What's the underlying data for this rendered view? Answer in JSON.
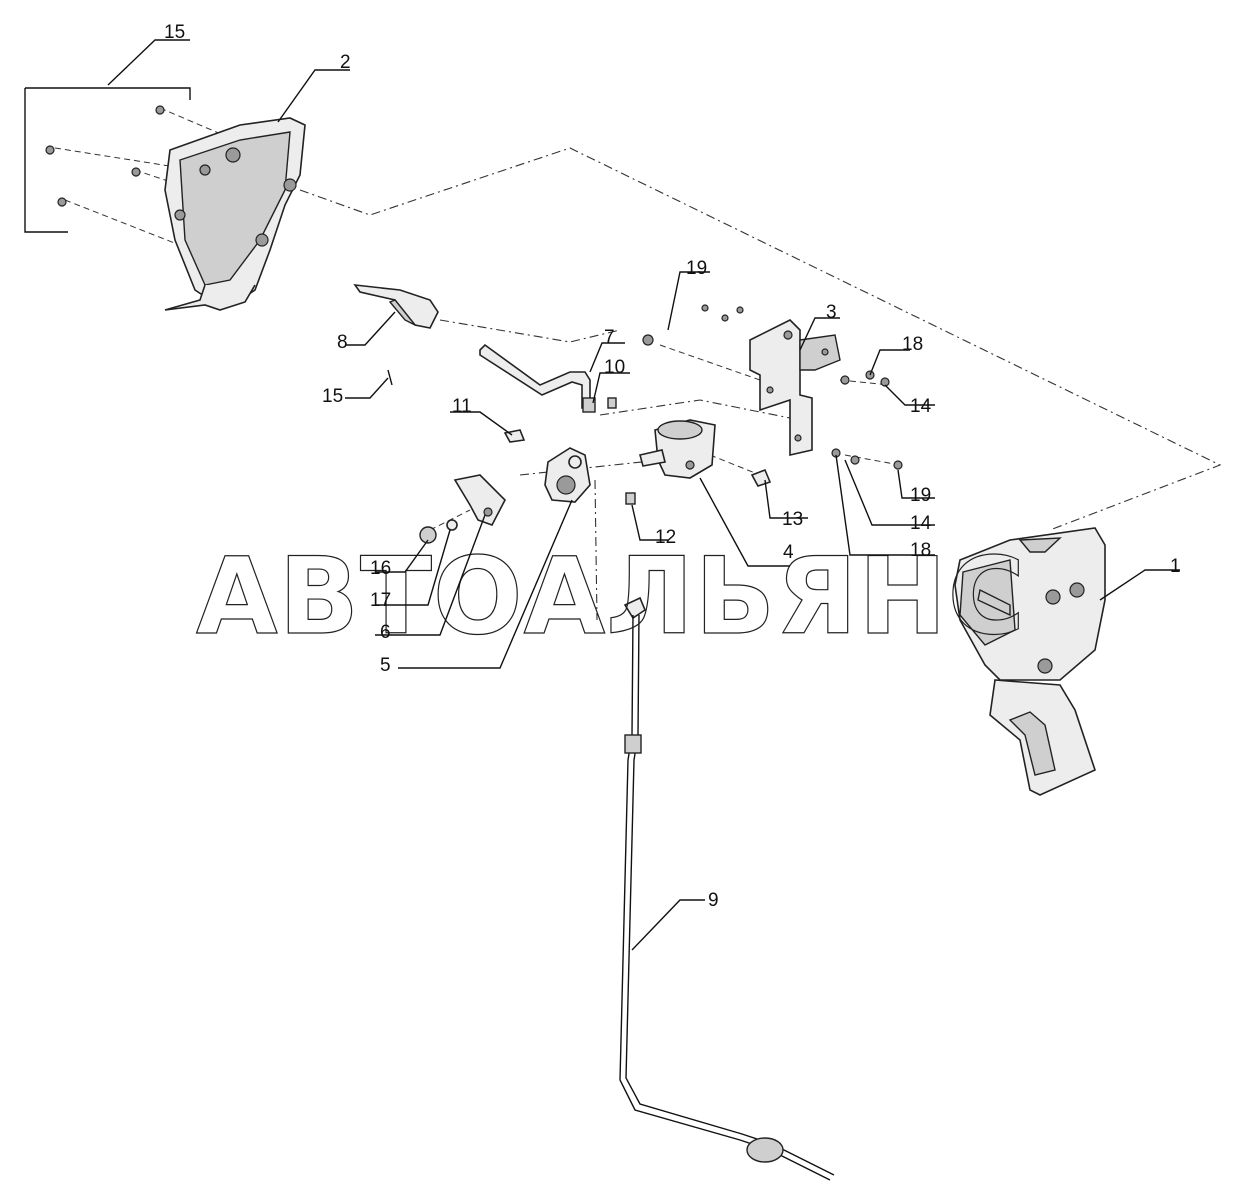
{
  "watermark": "АВТОАЛЬЯНС",
  "callouts": [
    "15",
    "2",
    "19",
    "3",
    "18",
    "14",
    "8",
    "7",
    "10",
    "15",
    "11",
    "13",
    "19",
    "14",
    "12",
    "18",
    "4",
    "1",
    "16",
    "17",
    "6",
    "5",
    "9"
  ]
}
